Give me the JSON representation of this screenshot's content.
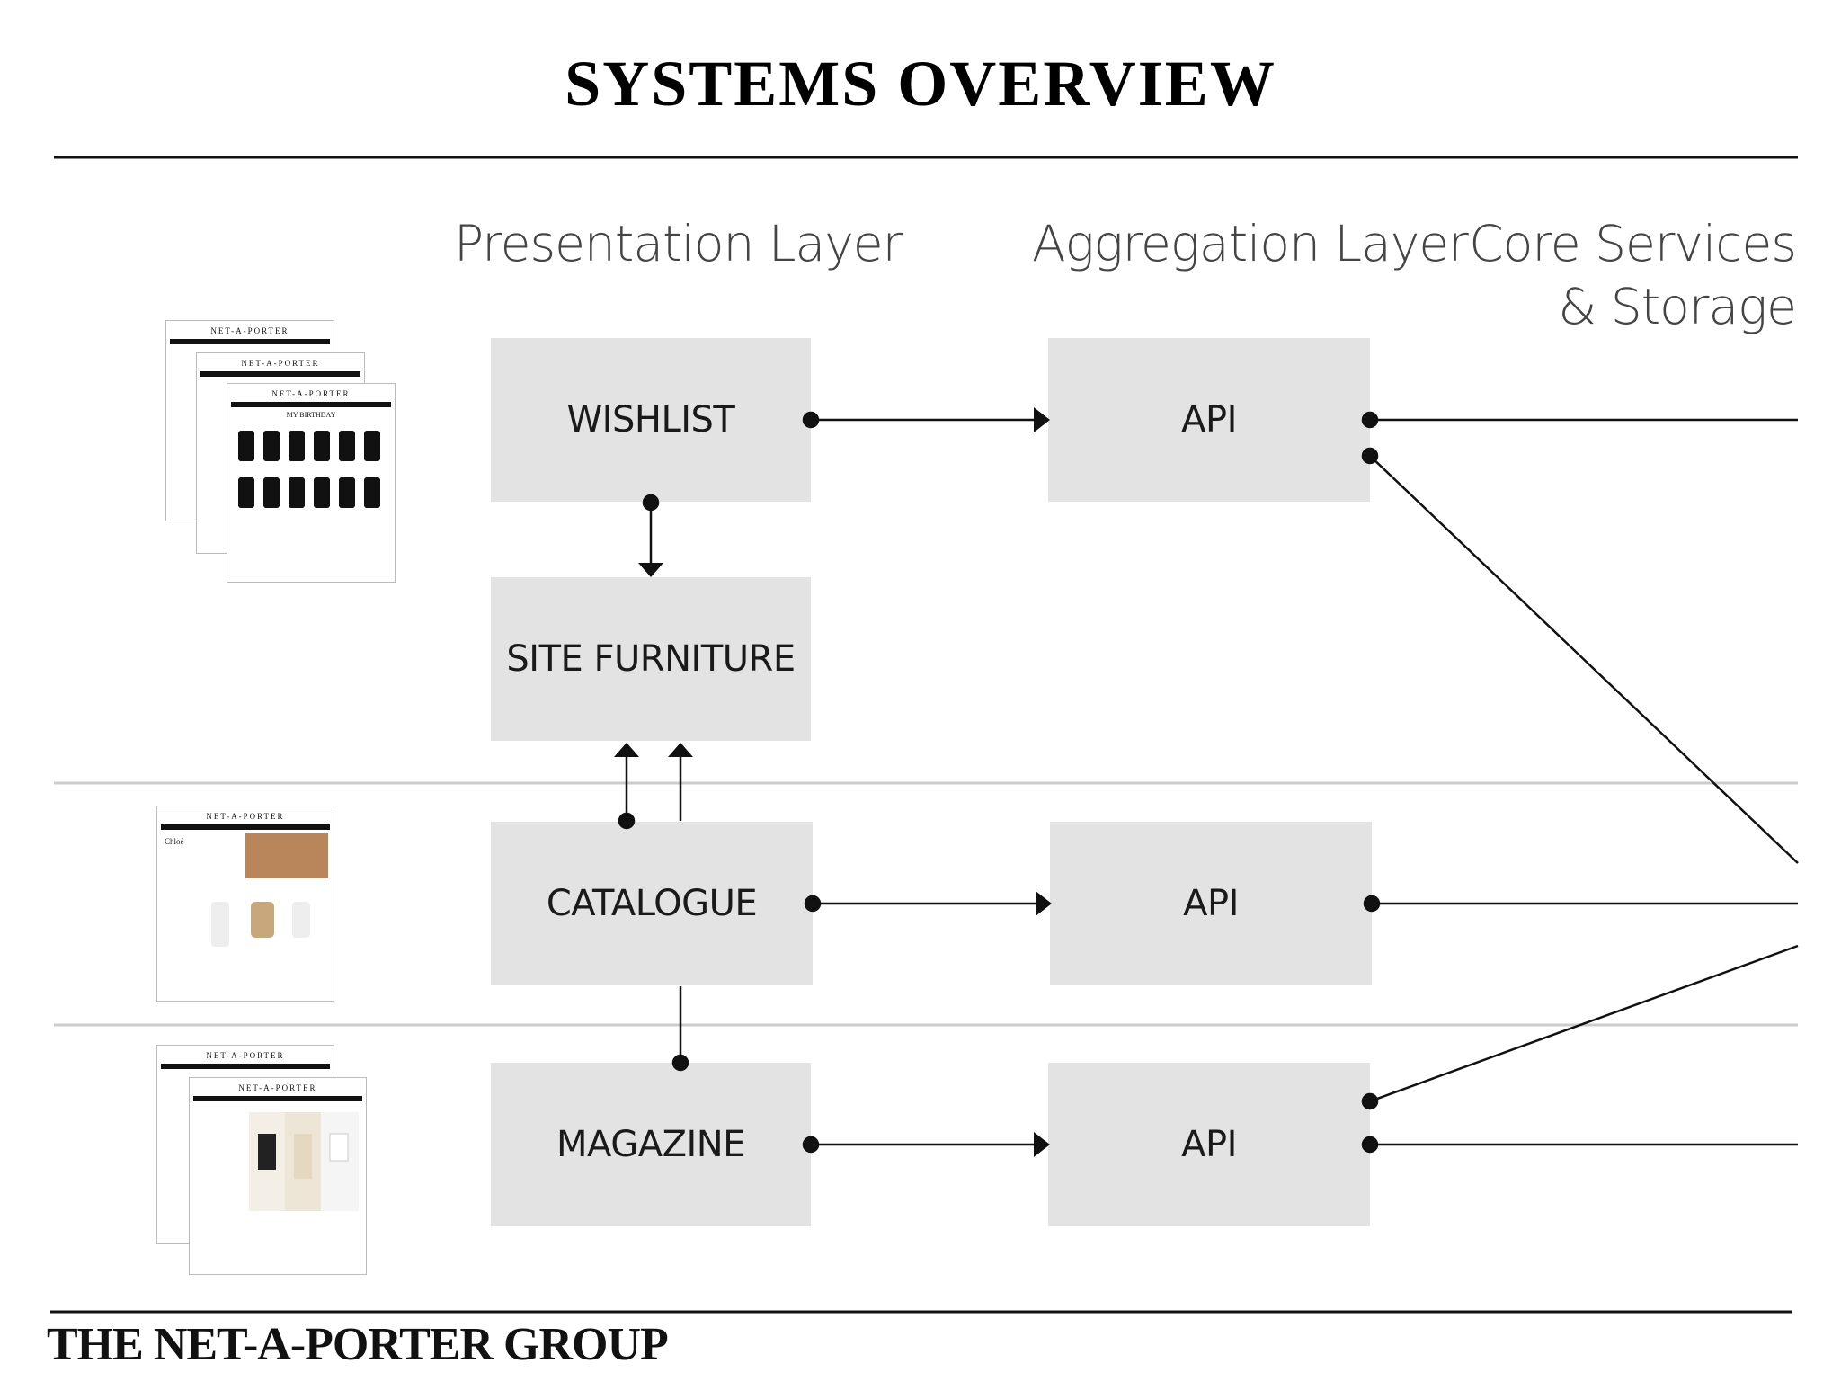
{
  "title": "SYSTEMS OVERVIEW",
  "footer": "THE NET-A-PORTER GROUP",
  "layers": {
    "presentation": "Presentation Layer",
    "aggregation": "Aggregation Layer",
    "core_line1": "Core Services",
    "core_line2": "& Storage"
  },
  "nodes": {
    "wishlist": "WISHLIST",
    "site_furniture": "SITE FURNITURE",
    "catalogue": "CATALOGUE",
    "magazine": "MAGAZINE",
    "api_1": "API",
    "api_2": "API",
    "api_3": "API"
  },
  "thumbnails": {
    "brand": "NET-A-PORTER",
    "wishlist_heading": "MY BIRTHDAY",
    "catalogue_heading": "Chloé"
  },
  "colors": {
    "box_fill": "#e3e3e3",
    "line": "#111111",
    "divider": "#cccccc"
  }
}
